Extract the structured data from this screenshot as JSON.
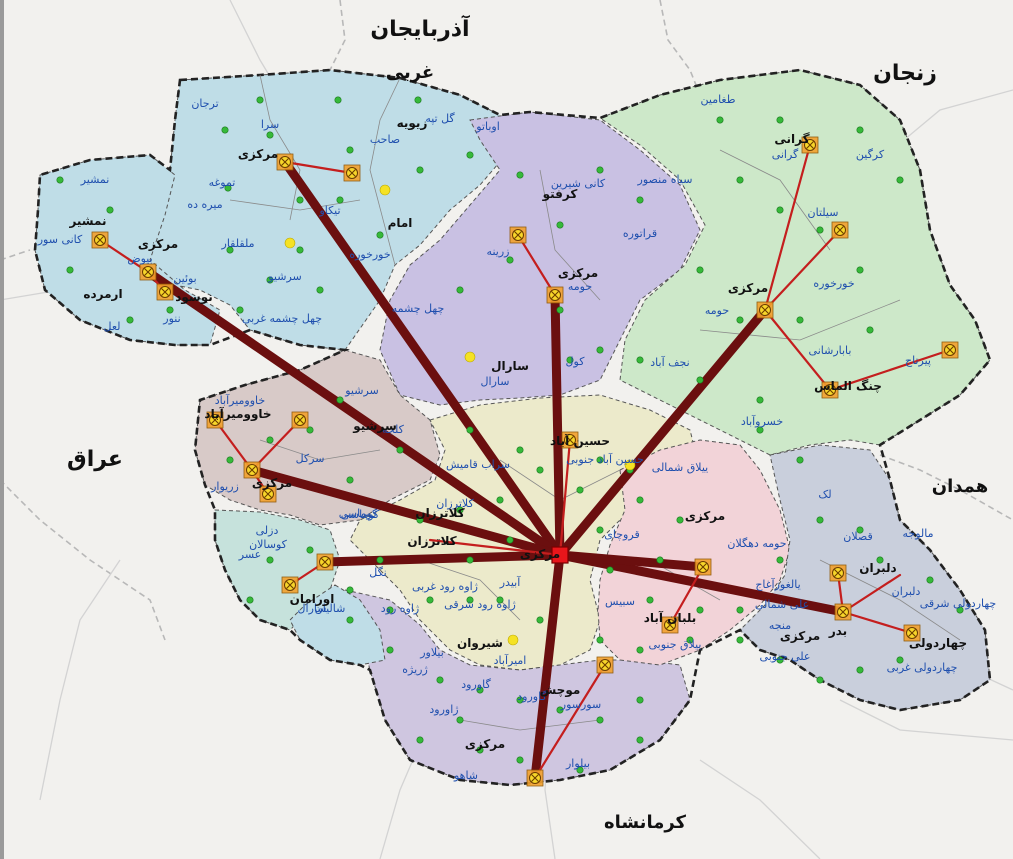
{
  "neighbors": [
    {
      "name": "آذربایجان",
      "key": "azar1"
    },
    {
      "name": "غربی",
      "key": "azar2"
    },
    {
      "name": "زنجان",
      "key": "zanjan"
    },
    {
      "name": "همدان",
      "key": "hamedan"
    },
    {
      "name": "عراق",
      "key": "iraq"
    },
    {
      "name": "کرمانشاه",
      "key": "kermanshah"
    }
  ],
  "centers": [
    {
      "name": "مرکزی",
      "key": "sanandaj",
      "role": "hub"
    },
    {
      "name": "مرکزی",
      "key": "saqqez"
    },
    {
      "name": "مرکزی",
      "key": "baneh"
    },
    {
      "name": "مرکزی",
      "key": "divandarreh"
    },
    {
      "name": "مرکزی",
      "key": "bijar"
    },
    {
      "name": "مرکزی",
      "key": "marivan"
    },
    {
      "name": "مرکزی",
      "key": "qorveh"
    },
    {
      "name": "مرکزی",
      "key": "kamyaran"
    },
    {
      "name": "کلاترزان",
      "key": "kalatarzan"
    },
    {
      "name": "مرکزی",
      "key": "dehgolan"
    },
    {
      "name": "بدر",
      "key": "badr"
    },
    {
      "name": "اورامان",
      "key": "oraman"
    },
    {
      "name": "نمشیر",
      "key": "namshir"
    },
    {
      "name": "کرفتو",
      "key": "karaftu"
    },
    {
      "name": "سرشیو",
      "key": "sarshiv"
    },
    {
      "name": "خاوومیرآباد",
      "key": "khav"
    },
    {
      "name": "گرانی",
      "key": "garani"
    },
    {
      "name": "چنگ الماس",
      "key": "changalmas"
    },
    {
      "name": "حسین آباد",
      "key": "hoseinabad"
    },
    {
      "name": "شیروان",
      "key": "shirvan"
    },
    {
      "name": "موچش",
      "key": "muchesh"
    },
    {
      "name": "بلبان آباد",
      "key": "bolbanabad"
    },
    {
      "name": "دلبران",
      "key": "delbaran"
    },
    {
      "name": "چهاردولی",
      "key": "chahardoli"
    },
    {
      "name": "امام",
      "key": "emam"
    },
    {
      "name": "زیویه",
      "key": "ziviyeh"
    },
    {
      "name": "سارال",
      "key": "saral"
    },
    {
      "name": "نوسود",
      "key": "nowsud"
    },
    {
      "name": "ارمرده",
      "key": "armardeh"
    },
    {
      "name": "کلاترزان",
      "key": "kalatarzan2"
    }
  ],
  "districts": [
    {
      "name": "ترجان",
      "key": "d1"
    },
    {
      "name": "گل تپه",
      "key": "d2"
    },
    {
      "name": "سرا",
      "key": "d3"
    },
    {
      "name": "صاحب",
      "key": "d4"
    },
    {
      "name": "نمشیر",
      "key": "d5"
    },
    {
      "name": "تموغه",
      "key": "d6"
    },
    {
      "name": "میره ده",
      "key": "d7"
    },
    {
      "name": "تیکاو",
      "key": "d8"
    },
    {
      "name": "ملقلقار",
      "key": "d9"
    },
    {
      "name": "خورخوره",
      "key": "d10"
    },
    {
      "name": "سرشیو",
      "key": "d11"
    },
    {
      "name": "چهل چشمه غربی",
      "key": "d12"
    },
    {
      "name": "بوئین",
      "key": "d13"
    },
    {
      "name": "کانی سور",
      "key": "d14"
    },
    {
      "name": "بیوض",
      "key": "d15"
    },
    {
      "name": "ننور",
      "key": "d16"
    },
    {
      "name": "لعل",
      "key": "d17"
    },
    {
      "name": "اوباتو",
      "key": "d18"
    },
    {
      "name": "کانی شیرین",
      "key": "d19"
    },
    {
      "name": "قراتوره",
      "key": "d20"
    },
    {
      "name": "زرینه",
      "key": "d21"
    },
    {
      "name": "حومه",
      "key": "d22"
    },
    {
      "name": "چهل چشمه",
      "key": "d23"
    },
    {
      "name": "سارال",
      "key": "d24"
    },
    {
      "name": "کول",
      "key": "d25"
    },
    {
      "name": "طغامین",
      "key": "d26"
    },
    {
      "name": "سیاه منصور",
      "key": "d27"
    },
    {
      "name": "گرانی",
      "key": "d28"
    },
    {
      "name": "کرگین",
      "key": "d29"
    },
    {
      "name": "سیلتان",
      "key": "d30"
    },
    {
      "name": "خورخوره",
      "key": "d31"
    },
    {
      "name": "حومه",
      "key": "d32"
    },
    {
      "name": "نجف آباد",
      "key": "d33"
    },
    {
      "name": "بابارشانی",
      "key": "d34"
    },
    {
      "name": "پیرتاج",
      "key": "d35"
    },
    {
      "name": "خسروآباد",
      "key": "d36"
    },
    {
      "name": "خاوومیرآباد",
      "key": "d37"
    },
    {
      "name": "سرشیو",
      "key": "d38"
    },
    {
      "name": "کلجه",
      "key": "d39"
    },
    {
      "name": "سرکل",
      "key": "d40"
    },
    {
      "name": "زریوار",
      "key": "d41"
    },
    {
      "name": "کوماسی",
      "key": "d42"
    },
    {
      "name": "دزلی",
      "key": "d43"
    },
    {
      "name": "کوسالان",
      "key": "d44"
    },
    {
      "name": "نگل",
      "key": "d45"
    },
    {
      "name": "ژاوه رود",
      "key": "d46"
    },
    {
      "name": "شالیان",
      "key": "d47"
    },
    {
      "name": "بیلاور",
      "key": "d48"
    },
    {
      "name": "کلاترزان",
      "key": "d49"
    },
    {
      "name": "سراب قامیش",
      "key": "d50"
    },
    {
      "name": "آبیدر",
      "key": "d51"
    },
    {
      "name": "ژاوه رود غربی",
      "key": "d52"
    },
    {
      "name": "ژاوه رود شرقی",
      "key": "d53"
    },
    {
      "name": "حسین آباد جنوبی",
      "key": "d54"
    },
    {
      "name": "ییلاق شمالی",
      "key": "d55"
    },
    {
      "name": "قروچای",
      "key": "d56"
    },
    {
      "name": "حومه دهگلان",
      "key": "d57"
    },
    {
      "name": "سبیس",
      "key": "d58"
    },
    {
      "name": "ییلاق جنوبی",
      "key": "d59"
    },
    {
      "name": "لک",
      "key": "d60"
    },
    {
      "name": "قصلان",
      "key": "d61"
    },
    {
      "name": "یالغوزآغاج",
      "key": "d62"
    },
    {
      "name": "علی شمالی",
      "key": "d63"
    },
    {
      "name": "منجه",
      "key": "d64"
    },
    {
      "name": "علی جنوبی",
      "key": "d65"
    },
    {
      "name": "مالوجه",
      "key": "d66"
    },
    {
      "name": "دلبران",
      "key": "d67"
    },
    {
      "name": "چهاردولی شرقی",
      "key": "d68"
    },
    {
      "name": "چهاردولی غربی",
      "key": "d69"
    },
    {
      "name": "امیرآباد",
      "key": "d70"
    },
    {
      "name": "گاورود",
      "key": "d71"
    },
    {
      "name": "ژاورود",
      "key": "d72"
    },
    {
      "name": "سورسور",
      "key": "d73"
    },
    {
      "name": "بیلوار",
      "key": "d74"
    },
    {
      "name": "شاهو",
      "key": "d75"
    },
    {
      "name": "گاورود",
      "key": "d76"
    },
    {
      "name": "سارال",
      "key": "d77"
    },
    {
      "name": "ژریژه",
      "key": "d78"
    },
    {
      "name": "کوماسی",
      "key": "d79"
    },
    {
      "name": "عسر",
      "key": "d80"
    }
  ]
}
